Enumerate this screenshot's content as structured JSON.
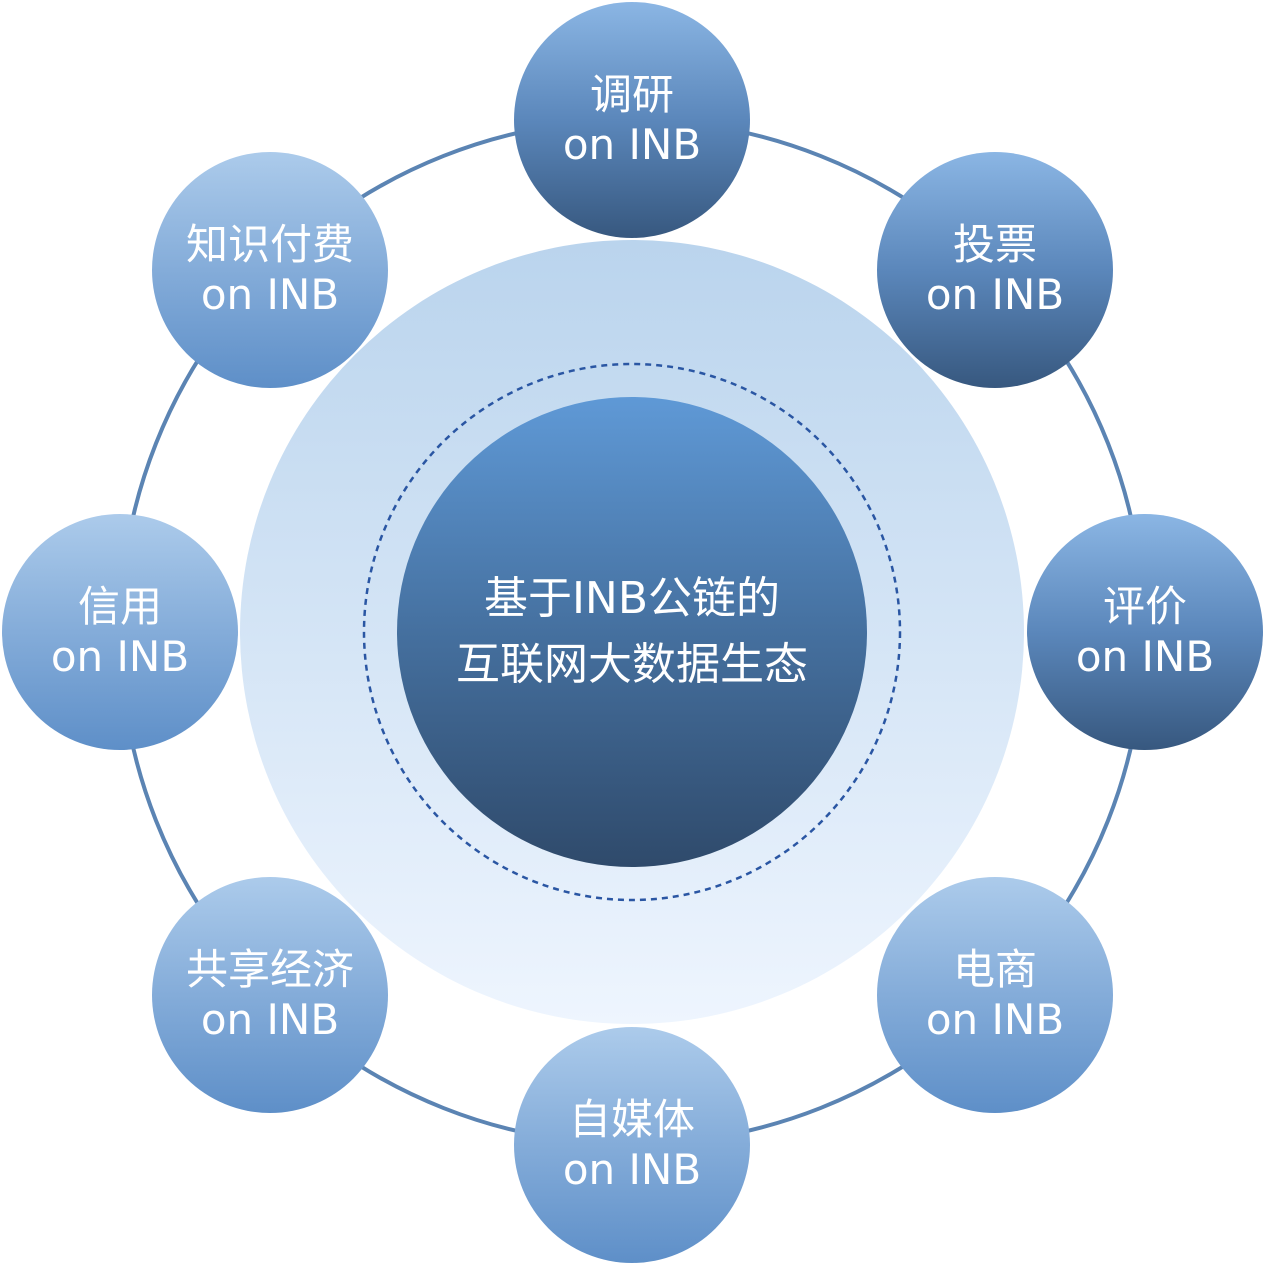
{
  "center": {
    "line1": "基于INB公链的",
    "line2": "互联网大数据生态"
  },
  "nodes": [
    {
      "title": "调研",
      "suffix": "on INB"
    },
    {
      "title": "投票",
      "suffix": "on INB"
    },
    {
      "title": "评价",
      "suffix": "on INB"
    },
    {
      "title": "电商",
      "suffix": "on INB"
    },
    {
      "title": "自媒体",
      "suffix": "on INB"
    },
    {
      "title": "共享经济",
      "suffix": "on INB"
    },
    {
      "title": "信用",
      "suffix": "on INB"
    },
    {
      "title": "知识付费",
      "suffix": "on INB"
    }
  ],
  "colors": {
    "ring": "#5b84b3",
    "dashed": "#2a56a3"
  }
}
